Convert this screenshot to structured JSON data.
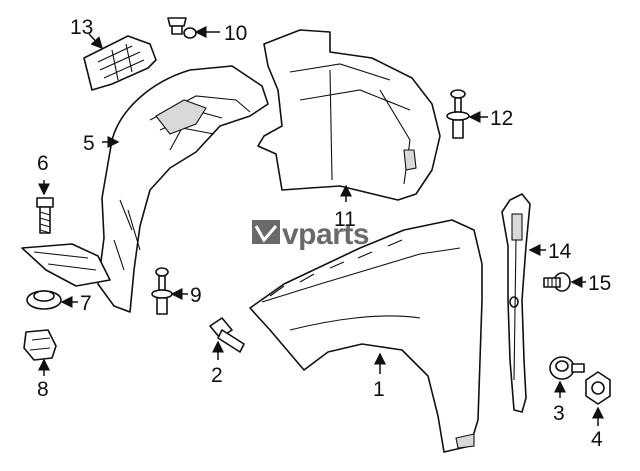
{
  "watermark": {
    "logo_text": "vparts"
  },
  "callouts": {
    "c1": "1",
    "c2": "2",
    "c3": "3",
    "c4": "4",
    "c5": "5",
    "c6": "6",
    "c7": "7",
    "c8": "8",
    "c9": "9",
    "c10": "10",
    "c11": "11",
    "c12": "12",
    "c13": "13",
    "c14": "14",
    "c15": "15"
  }
}
